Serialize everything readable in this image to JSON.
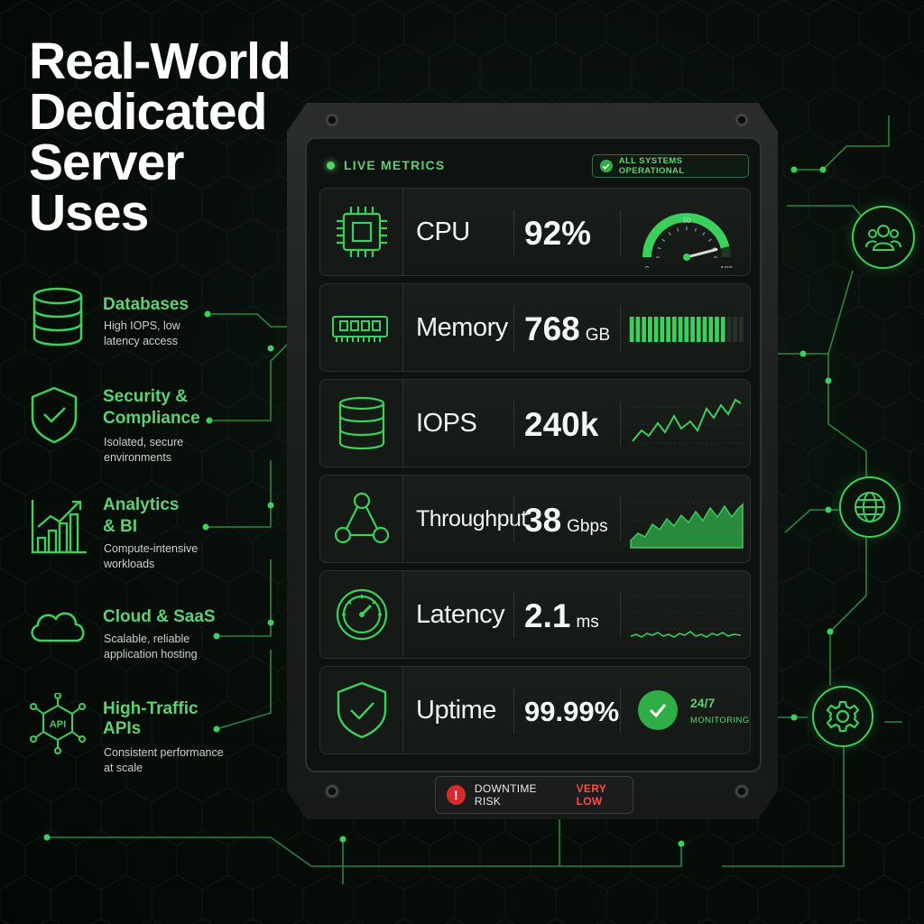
{
  "headline": {
    "line1": "Real-World",
    "line2": "Dedicated",
    "line3": "Server",
    "line4": "Uses"
  },
  "use_cases": [
    {
      "title_l1": "Databases",
      "title_l2": "",
      "desc_l1": "High IOPS, low",
      "desc_l2": "latency access",
      "icon": "database-icon"
    },
    {
      "title_l1": "Security &",
      "title_l2": "Compliance",
      "desc_l1": "Isolated, secure",
      "desc_l2": "environments",
      "icon": "shield-check-icon"
    },
    {
      "title_l1": "Analytics",
      "title_l2": "& BI",
      "desc_l1": "Compute-intensive",
      "desc_l2": "workloads",
      "icon": "bar-chart-icon"
    },
    {
      "title_l1": "Cloud & SaaS",
      "title_l2": "",
      "desc_l1": "Scalable, reliable",
      "desc_l2": "application hosting",
      "icon": "cloud-icon"
    },
    {
      "title_l1": "High-Traffic",
      "title_l2": "APIs",
      "desc_l1": "Consistent performance",
      "desc_l2": "at scale",
      "icon": "api-network-icon"
    }
  ],
  "panel": {
    "live_label": "LIVE METRICS",
    "status": "ALL SYSTEMS OPERATIONAL",
    "metrics": [
      {
        "label": "CPU",
        "value": "92%",
        "unit": "",
        "icon": "cpu-chip-icon"
      },
      {
        "label": "Memory",
        "value": "768",
        "unit": "GB",
        "icon": "memory-module-icon"
      },
      {
        "label": "IOPS",
        "value": "240k",
        "unit": "",
        "icon": "database-icon"
      },
      {
        "label": "Throughput",
        "value": "38",
        "unit": "Gbps",
        "icon": "network-triangle-icon"
      },
      {
        "label": "Latency",
        "value": "2.1",
        "unit": "ms",
        "icon": "gauge-icon"
      },
      {
        "label": "Uptime",
        "value": "99.99%",
        "unit": "",
        "icon": "shield-check-icon"
      }
    ],
    "gauge": {
      "min_label": "0",
      "mid_label": "50",
      "max_label": "100",
      "value": 92
    },
    "memory_bar": {
      "filled_segments": 16,
      "total_segments": 19
    },
    "monitoring": {
      "title": "24/7",
      "subtitle": "MONITORING"
    },
    "risk": {
      "label": "DOWNTIME RISK",
      "level": "VERY LOW"
    }
  },
  "colors": {
    "accent": "#3ccf5b",
    "accent_text": "#5fd072",
    "danger": "#d72a2a",
    "background": "#070d09"
  }
}
